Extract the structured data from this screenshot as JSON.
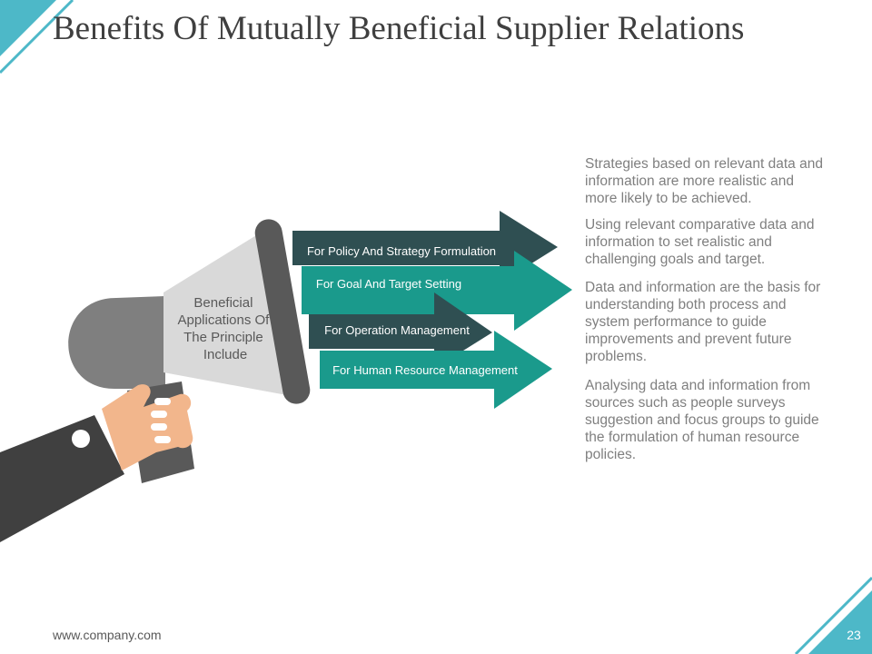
{
  "slide": {
    "title": "Benefits Of Mutually Beneficial Supplier Relations",
    "footer_url": "www.company.com",
    "page_number": "23"
  },
  "megaphone": {
    "label_lines": [
      "Beneficial",
      "Applications Of",
      "The Principle",
      "Include"
    ]
  },
  "arrows": [
    {
      "label": "For Policy And Strategy Formulation",
      "color": "#2f4f52"
    },
    {
      "label": "For Goal And Target Setting",
      "color": "#1a9a8c"
    },
    {
      "label": "For Operation Management",
      "color": "#2f4f52"
    },
    {
      "label": "For Human Resource Management",
      "color": "#1a9a8c"
    }
  ],
  "descriptions": [
    {
      "lines": [
        "Strategies based on relevant data and",
        "information are more realistic and",
        "more likely to be achieved."
      ]
    },
    {
      "lines": [
        "Using relevant comparative data and",
        "information to set realistic and",
        "challenging goals and target."
      ]
    },
    {
      "lines": [
        "Data and information are the basis for",
        "understanding both process and",
        "system performance to guide",
        "improvements and prevent future",
        "problems."
      ]
    },
    {
      "lines": [
        "Analysing data and information from",
        "sources such as people surveys",
        "suggestion and focus groups to guide",
        "the formulation of human resource",
        "policies."
      ]
    }
  ],
  "colors": {
    "accent": "#4db8c8",
    "arrow_dark": "#2f4f52",
    "arrow_teal": "#1a9a8c",
    "megaphone_gray": "#7f7f7f",
    "megaphone_light": "#d9d9d9",
    "sleeve": "#404040",
    "skin": "#f2b68c"
  }
}
